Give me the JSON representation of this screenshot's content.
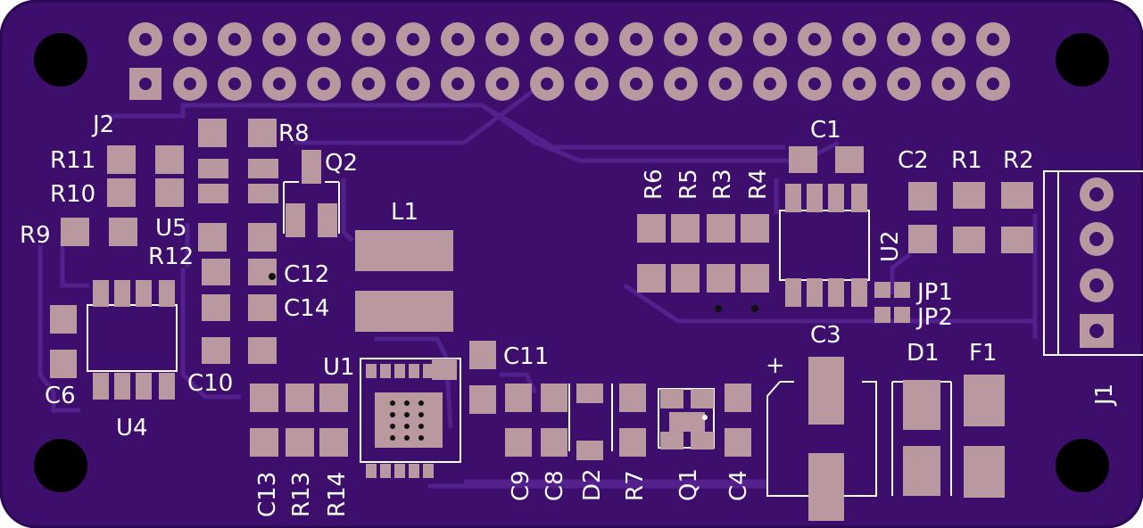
{
  "colors": {
    "board": "#3d0e6b",
    "board_dark": "#2a0752",
    "trace": "#4f1d86",
    "pad": "#b9989f",
    "pad_edge": "#8d6f86",
    "hole": "#000000",
    "silk": "#ffffff"
  },
  "labels": {
    "J2": "J2",
    "R8": "R8",
    "R11": "R11",
    "Q2": "Q2",
    "R10": "R10",
    "U5": "U5",
    "R9": "R9",
    "R12": "R12",
    "L1": "L1",
    "C12": "C12",
    "C14": "C14",
    "C6": "C6",
    "C10": "C10",
    "U4": "U4",
    "U1": "U1",
    "C11": "C11",
    "C13": "C13",
    "R13": "R13",
    "R14": "R14",
    "C9": "C9",
    "C8": "C8",
    "D2": "D2",
    "R7": "R7",
    "Q1": "Q1",
    "C4": "C4",
    "C1": "C1",
    "C2": "C2",
    "R1": "R1",
    "R2": "R2",
    "R6": "R6",
    "R5": "R5",
    "R3": "R3",
    "R4": "R4",
    "U2": "U2",
    "JP1": "JP1",
    "JP2": "JP2",
    "C3": "C3",
    "D1": "D1",
    "F1": "F1",
    "J1": "J1",
    "plus": "+"
  }
}
